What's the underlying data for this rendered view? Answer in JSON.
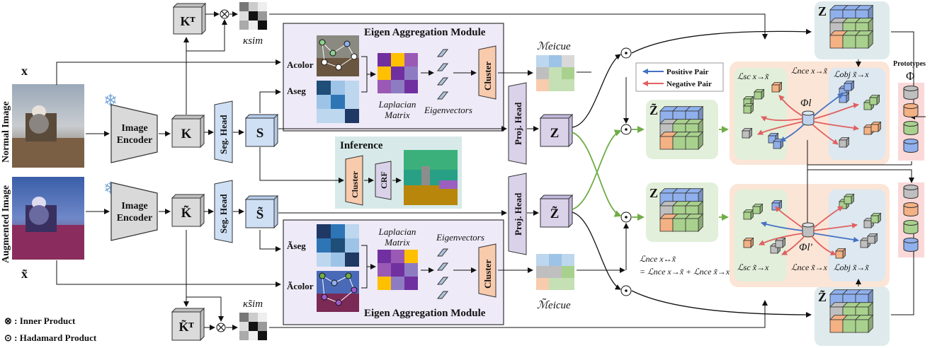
{
  "inputs": {
    "normal_symbol": "x",
    "augmented_symbol": "x̃",
    "normal_label": "Normal Image",
    "augmented_label": "Augmented Image"
  },
  "encoders": {
    "label_line1": "Image",
    "label_line2": "Encoder"
  },
  "features": {
    "k": "K",
    "k_aug": "K̃",
    "kt": "Kᵀ",
    "kt_aug": "K̃ᵀ",
    "s": "S",
    "s_aug": "S̃",
    "z": "Z",
    "z_aug": "Z̃"
  },
  "heads": {
    "seg_head": "Seg. Head",
    "proj_head": "Proj. Head"
  },
  "sim": {
    "kappa": "κsim",
    "kappa_aug": "κ̃sim"
  },
  "eam": {
    "title": "Eigen Aggregation Module",
    "a_color": "Acolor",
    "a_seg": "Aseg",
    "a_color_aug": "Ãcolor",
    "a_seg_aug": "Ãseg",
    "laplacian_line1": "Laplacian",
    "laplacian_line2": "Matrix",
    "eigenvectors": "Eigenvectors",
    "cluster": "Cluster",
    "m_eicue": "ℳeicue",
    "m_eicue_aug": "ℳ̃eicue"
  },
  "inference": {
    "title": "Inference",
    "cluster": "Cluster",
    "crf": "CRF"
  },
  "legend": {
    "positive": "Positive Pair",
    "negative": "Negative Pair",
    "inner": "⊗ : Inner Product",
    "hadamard": "⊙ : Hadamard Product",
    "positive_color": "#4472c4",
    "negative_color": "#e06060"
  },
  "prototypes": {
    "title": "Prototypes",
    "symbol": "Φ"
  },
  "losses": {
    "sc_top": "ℒsc x→x̃",
    "nce_top": "ℒnce x→x̃",
    "obj_top": "ℒobj x̃→x",
    "sc_bot": "ℒsc x̃→x",
    "nce_bot": "ℒnce x̃→x",
    "obj_bot": "ℒobj x̃→x̃",
    "phi_l": "Φl",
    "phi_l2": "Φl′",
    "nce_sum_line1": "ℒnce x↔x̃",
    "nce_sum_line2": "= ℒnce x→x̃ + ℒnce x̃→x"
  },
  "colors": {
    "cube_blue": "#8fb0ec",
    "cube_green": "#a9d18e",
    "cube_orange": "#f4b183",
    "cube_gray": "#bfbfbf",
    "panel_green": "#e2efda",
    "panel_orange": "#fbe5d6",
    "panel_blue": "#dde8f0",
    "eam_bg": "#eeeaf7",
    "inference_bg": "#d7eae9",
    "feature_box": "#dae3f3",
    "cluster_box": "#f8cbad",
    "proj_box": "#d9d2e9",
    "arrow_green": "#70ad47"
  }
}
